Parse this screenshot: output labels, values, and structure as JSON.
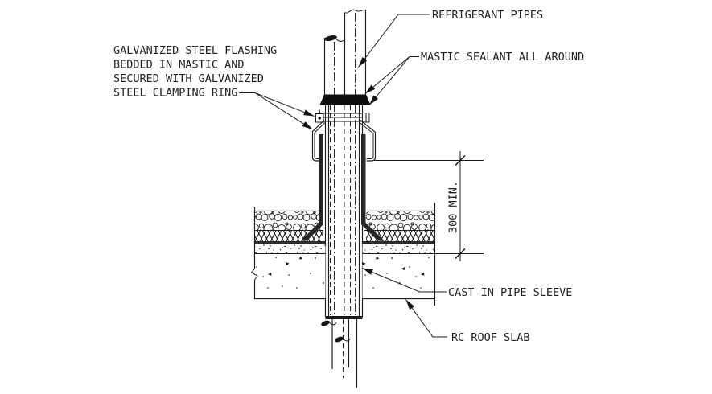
{
  "drawing": {
    "type": "construction-detail-pipe-roof-penetration",
    "labels": {
      "refrigerant_pipes": "REFRIGERANT PIPES",
      "mastic_sealant": "MASTIC SEALANT ALL AROUND",
      "flashing_note": [
        "GALVANIZED STEEL FLASHING",
        "BEDDED IN MASTIC AND",
        "SECURED WITH GALVANIZED",
        "STEEL CLAMPING RING"
      ],
      "dimension": "300 MIN.",
      "cast_in_pipe_sleeve": "CAST IN PIPE SLEEVE",
      "rc_roof_slab": "RC ROOF SLAB"
    },
    "colors": {
      "line": "#1c1c1c",
      "dark_fill": "#111111",
      "background": "#ffffff"
    }
  }
}
